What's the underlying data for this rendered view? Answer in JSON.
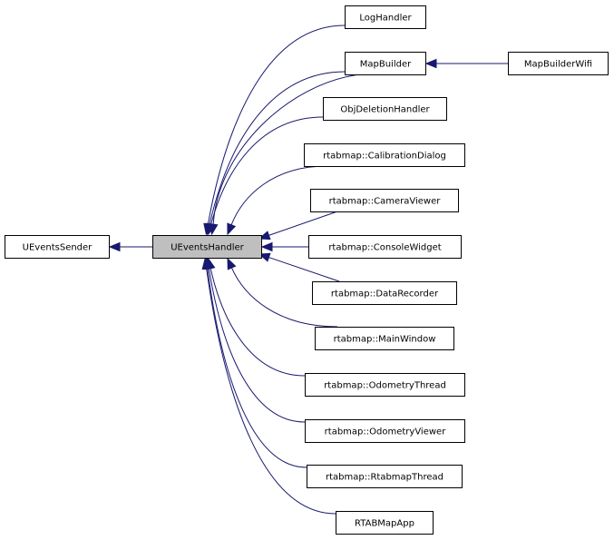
{
  "diagram": {
    "type": "inheritance-graph",
    "colors": {
      "edge": "#191970",
      "focus_fill": "#bfbfbf",
      "node_fill": "#ffffff",
      "border": "#000000"
    },
    "nodes": [
      {
        "id": "UEventsSender",
        "label": "UEventsSender",
        "focus": false
      },
      {
        "id": "UEventsHandler",
        "label": "UEventsHandler",
        "focus": true
      },
      {
        "id": "LogHandler",
        "label": "LogHandler",
        "focus": false
      },
      {
        "id": "MapBuilder",
        "label": "MapBuilder",
        "focus": false
      },
      {
        "id": "MapBuilderWifi",
        "label": "MapBuilderWifi",
        "focus": false
      },
      {
        "id": "ObjDeletionHandler",
        "label": "ObjDeletionHandler",
        "focus": false
      },
      {
        "id": "CalibrationDialog",
        "label": "rtabmap::CalibrationDialog",
        "focus": false
      },
      {
        "id": "CameraViewer",
        "label": "rtabmap::CameraViewer",
        "focus": false
      },
      {
        "id": "ConsoleWidget",
        "label": "rtabmap::ConsoleWidget",
        "focus": false
      },
      {
        "id": "DataRecorder",
        "label": "rtabmap::DataRecorder",
        "focus": false
      },
      {
        "id": "MainWindow",
        "label": "rtabmap::MainWindow",
        "focus": false
      },
      {
        "id": "OdometryThread",
        "label": "rtabmap::OdometryThread",
        "focus": false
      },
      {
        "id": "OdometryViewer",
        "label": "rtabmap::OdometryViewer",
        "focus": false
      },
      {
        "id": "RtabmapThread",
        "label": "rtabmap::RtabmapThread",
        "focus": false
      },
      {
        "id": "RTABMapApp",
        "label": "RTABMapApp",
        "focus": false
      }
    ],
    "edges": [
      {
        "from": "UEventsHandler",
        "to": "UEventsSender"
      },
      {
        "from": "LogHandler",
        "to": "UEventsHandler"
      },
      {
        "from": "MapBuilder",
        "to": "UEventsHandler",
        "count": 2
      },
      {
        "from": "ObjDeletionHandler",
        "to": "UEventsHandler"
      },
      {
        "from": "CalibrationDialog",
        "to": "UEventsHandler"
      },
      {
        "from": "CameraViewer",
        "to": "UEventsHandler"
      },
      {
        "from": "ConsoleWidget",
        "to": "UEventsHandler"
      },
      {
        "from": "DataRecorder",
        "to": "UEventsHandler"
      },
      {
        "from": "MainWindow",
        "to": "UEventsHandler"
      },
      {
        "from": "OdometryThread",
        "to": "UEventsHandler"
      },
      {
        "from": "OdometryViewer",
        "to": "UEventsHandler"
      },
      {
        "from": "RtabmapThread",
        "to": "UEventsHandler"
      },
      {
        "from": "RTABMapApp",
        "to": "UEventsHandler"
      },
      {
        "from": "MapBuilderWifi",
        "to": "MapBuilder"
      }
    ]
  }
}
